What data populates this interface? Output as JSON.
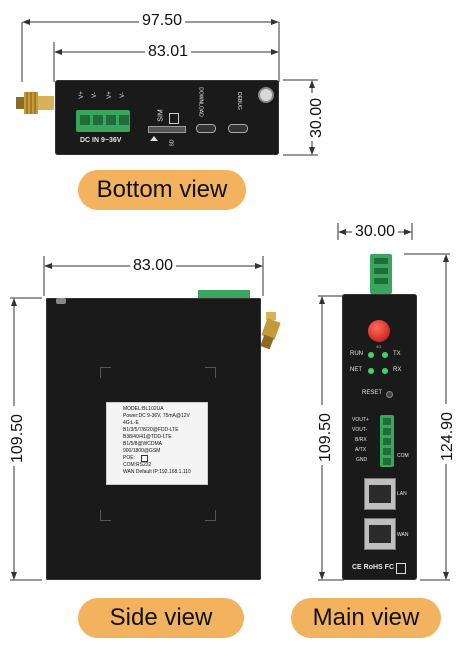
{
  "bottom_view": {
    "dim_total_width": "97.50",
    "dim_body_width": "83.01",
    "dim_height": "30.00",
    "port_labels": [
      "V+",
      "V-",
      "V+",
      "V-"
    ],
    "power_label": "DC IN 9~36V",
    "sim_label": "SIM",
    "sd_label": "SD",
    "download_label": "DOWNLOAD",
    "debug_label": "DEBUG",
    "caption": "Bottom view"
  },
  "side_view": {
    "dim_width": "83.00",
    "dim_height": "109.50",
    "caption": "Side view",
    "sticker_lines": [
      "MODEL:BL102UA",
      "Power:DC 9-36V, 75mA@12V",
      "4G:L-E",
      "B1/3/5/7/8/20@FDD-LTE",
      "B38/40/41@TDD-LTE",
      "B1/5/8@WCDMA",
      "900/1800@GSM",
      "POE: ",
      "COM:RS232",
      "WAN Default IP:192.168.1.110"
    ]
  },
  "main_view": {
    "dim_width": "30.00",
    "dim_left_height": "109.50",
    "dim_total_height": "124.90",
    "caption": "Main view",
    "led_labels_left": [
      "RUN",
      "NET"
    ],
    "led_labels_right": [
      "TX",
      "RX"
    ],
    "reset_label": "RESET",
    "terminal_labels": [
      "VOUT+",
      "VOUT-",
      "B/RX",
      "A/TX",
      "GND"
    ],
    "com_label": "COM",
    "lan_label": "LAN",
    "wan_label": "WAN",
    "cert_label": "CE RoHS FC"
  },
  "colors": {
    "pill": "#f2b25e",
    "device": "#1a1a1a",
    "terminal_green": "#3aa55c",
    "antenna_gold": "#c49a3a",
    "led_green": "#3fd46a",
    "antenna_red": "#d8322c"
  }
}
